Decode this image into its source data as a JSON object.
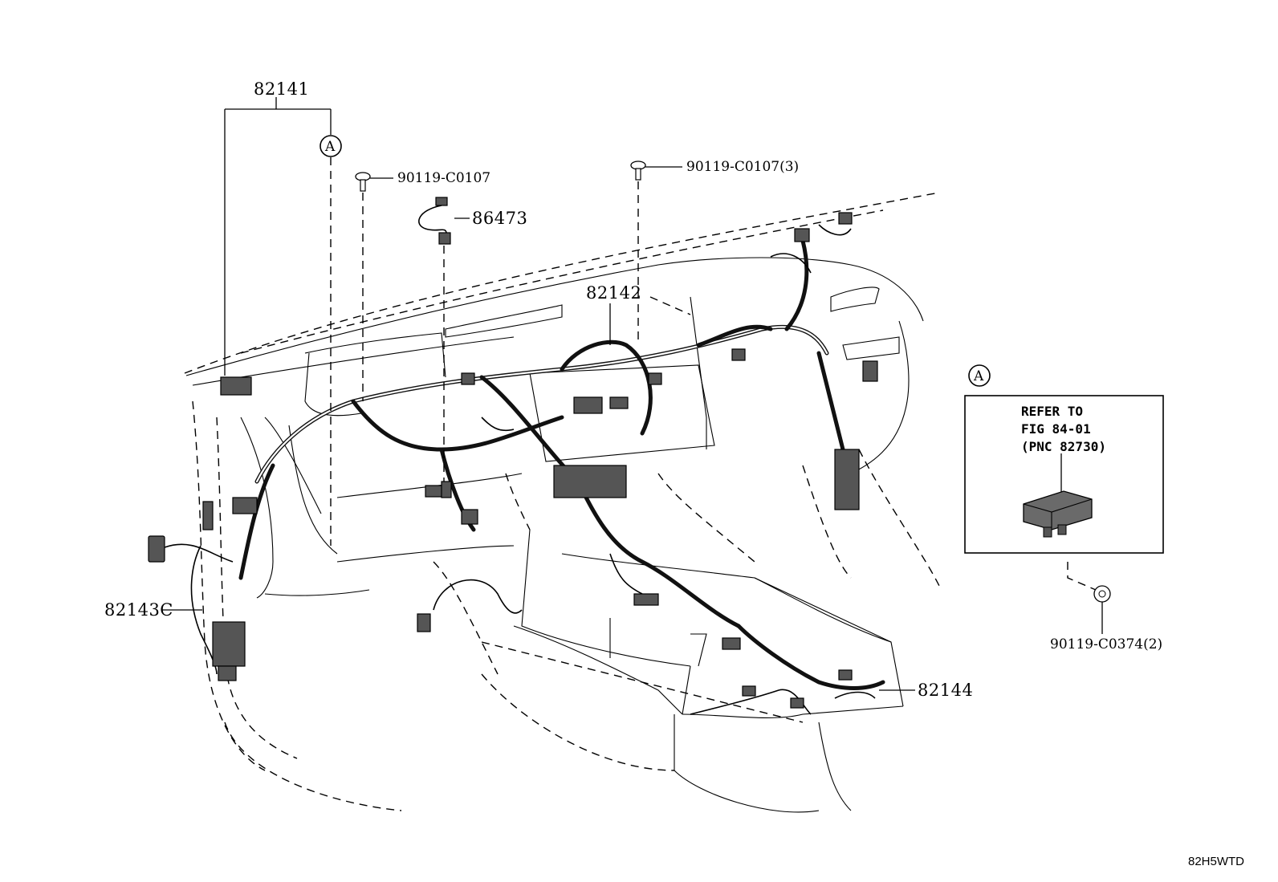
{
  "figure_code": "82H5WTD",
  "callout_letter": "A",
  "labels": {
    "p82141": "82141",
    "p82142": "82142",
    "p82143c": "82143C",
    "p82144": "82144",
    "p86473": "86473",
    "bolt_left": "90119-C0107",
    "bolt_right": "90119-C0107(3)",
    "clip": "90119-C0374(2)"
  },
  "refer_box": {
    "line1": "REFER TO",
    "line2": "FIG 84-01",
    "line3": "(PNC 82730)"
  }
}
